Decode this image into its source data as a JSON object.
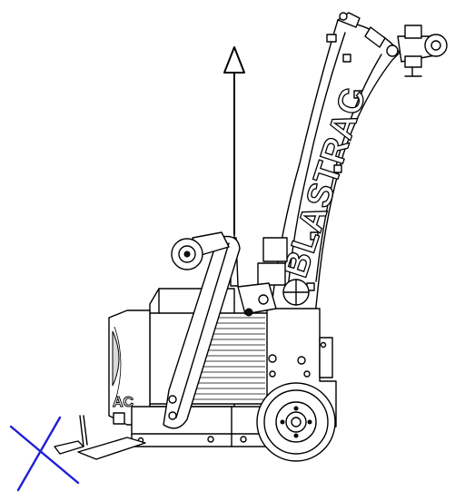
{
  "diagram": {
    "brand_on_arm": "BLASTRAC",
    "brand_on_body": "AC",
    "arrow_direction": "up",
    "cross_mark": "x-mark",
    "colors": {
      "line": "#000000",
      "cross": "#1f1fd6",
      "background": "#ffffff",
      "shade": "#d9d9d9"
    }
  }
}
